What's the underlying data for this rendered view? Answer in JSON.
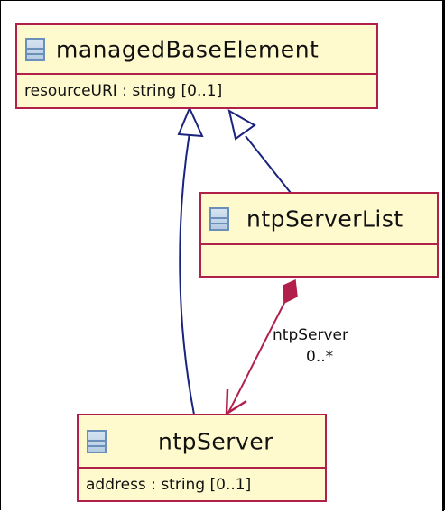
{
  "diagram": {
    "classes": [
      {
        "id": "managedBaseElement",
        "name": "managedBaseElement",
        "attributes": [
          "resourceURI : string [0..1]"
        ]
      },
      {
        "id": "ntpServerList",
        "name": "ntpServerList",
        "attributes": []
      },
      {
        "id": "ntpServer",
        "name": "ntpServer",
        "attributes": [
          "address : string [0..1]"
        ]
      }
    ],
    "relations": [
      {
        "type": "generalization",
        "from": "ntpServerList",
        "to": "managedBaseElement"
      },
      {
        "type": "generalization",
        "from": "ntpServer",
        "to": "managedBaseElement"
      },
      {
        "type": "composition",
        "from": "ntpServerList",
        "to": "ntpServer",
        "role": "ntpServer",
        "multiplicity": "0..*"
      }
    ]
  },
  "colors": {
    "class_fill": "#fffacd",
    "class_border": "#b0204a",
    "generalization_line": "#1a237e",
    "composition_line": "#b0204a",
    "icon": "#6a8fb8"
  },
  "icons": {
    "class_icon": "class-icon"
  }
}
